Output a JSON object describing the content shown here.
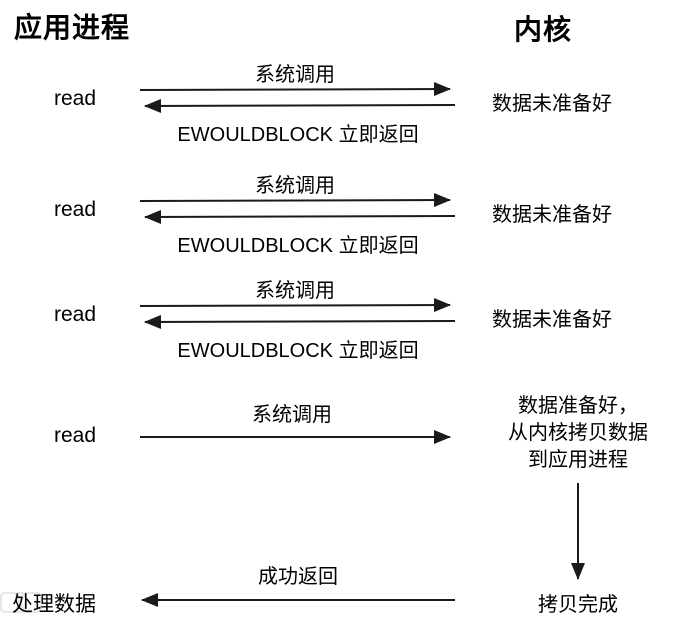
{
  "colors": {
    "background": "#ffffff",
    "text": "#000000",
    "arrow": "#1a1a1a"
  },
  "headers": {
    "left": "应用进程",
    "right": "内核"
  },
  "rounds": [
    {
      "caller": "read",
      "call_label": "系统调用",
      "return_label": "EWOULDBLOCK 立即返回",
      "kernel_state": "数据未准备好"
    },
    {
      "caller": "read",
      "call_label": "系统调用",
      "return_label": "EWOULDBLOCK 立即返回",
      "kernel_state": "数据未准备好"
    },
    {
      "caller": "read",
      "call_label": "系统调用",
      "return_label": "EWOULDBLOCK 立即返回",
      "kernel_state": "数据未准备好"
    }
  ],
  "final": {
    "caller": "read",
    "call_label": "系统调用",
    "kernel_lines": {
      "0": "数据准备好，",
      "1": "从内核拷贝数据",
      "2": "到应用进程"
    },
    "copy_done": "拷贝完成",
    "return_label": "成功返回",
    "process_label": "处理数据"
  }
}
